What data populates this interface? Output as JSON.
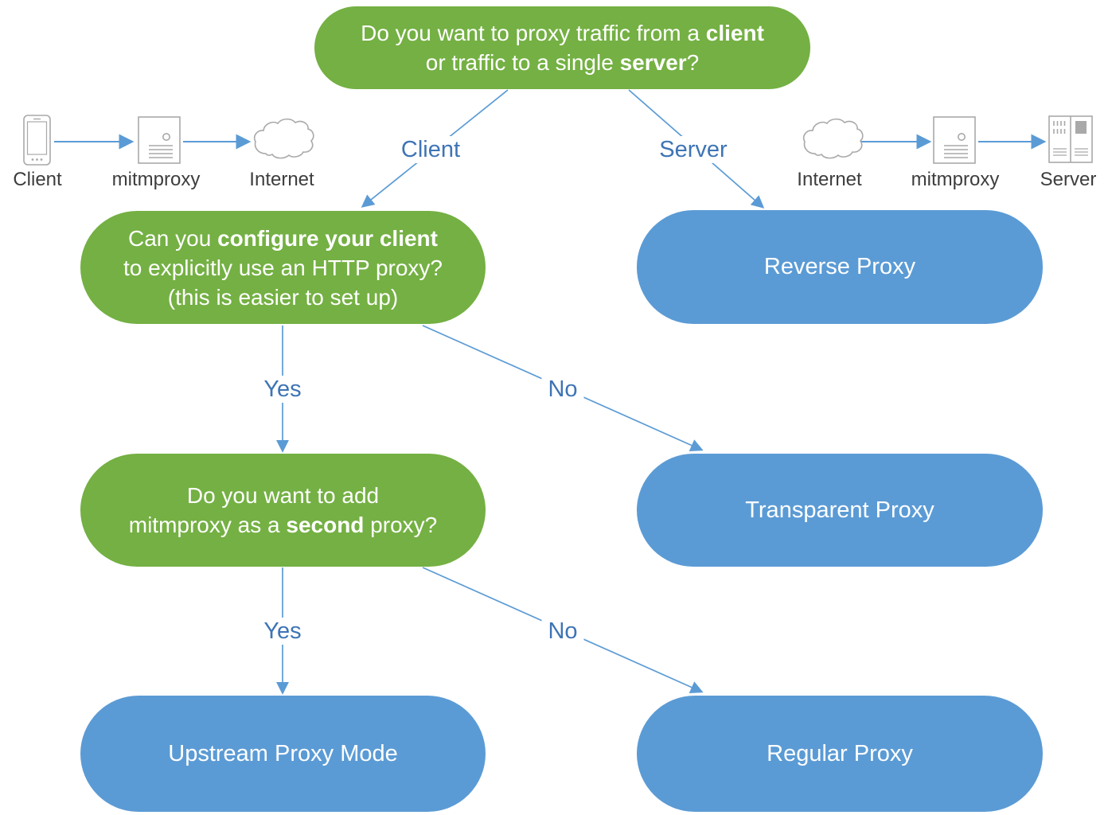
{
  "colors": {
    "question_green": "#74b043",
    "result_blue": "#5b9bd5",
    "connector_blue": "#5b9bd5",
    "branch_label_blue": "#3e74b5",
    "icon_stroke_gray": "#a9a9a9",
    "caption_gray": "#3d3d3d",
    "node_text_white": "#ffffff"
  },
  "nodes": {
    "q1": {
      "lines": [
        [
          {
            "t": "Do you want to proxy traffic from a "
          },
          {
            "t": "client",
            "b": true
          }
        ],
        [
          {
            "t": "or traffic to a single "
          },
          {
            "t": "server",
            "b": true
          },
          {
            "t": "?"
          }
        ]
      ]
    },
    "q2": {
      "lines": [
        [
          {
            "t": "Can you "
          },
          {
            "t": "configure your client",
            "b": true
          }
        ],
        [
          {
            "t": "to explicitly use an HTTP proxy?"
          }
        ],
        [
          {
            "t": "(this is easier to set up)"
          }
        ]
      ]
    },
    "q3": {
      "lines": [
        [
          {
            "t": "Do you want to add"
          }
        ],
        [
          {
            "t": "mitmproxy as a "
          },
          {
            "t": "second",
            "b": true
          },
          {
            "t": " proxy?"
          }
        ]
      ]
    },
    "reverse_proxy": {
      "label": "Reverse Proxy"
    },
    "transparent_proxy": {
      "label": "Transparent Proxy"
    },
    "upstream_proxy": {
      "label": "Upstream Proxy Mode"
    },
    "regular_proxy": {
      "label": "Regular Proxy"
    }
  },
  "branches": {
    "client": "Client",
    "server": "Server",
    "yes_top": "Yes",
    "no_top": "No",
    "yes_bottom": "Yes",
    "no_bottom": "No"
  },
  "icon_flows": {
    "client_side": [
      {
        "icon": "phone-icon",
        "label": "Client"
      },
      {
        "icon": "server-tower-icon",
        "label": "mitmproxy"
      },
      {
        "icon": "cloud-icon",
        "label": "Internet"
      }
    ],
    "server_side": [
      {
        "icon": "cloud-icon",
        "label": "Internet"
      },
      {
        "icon": "server-tower-icon",
        "label": "mitmproxy"
      },
      {
        "icon": "server-rack-icon",
        "label": "Server"
      }
    ]
  }
}
